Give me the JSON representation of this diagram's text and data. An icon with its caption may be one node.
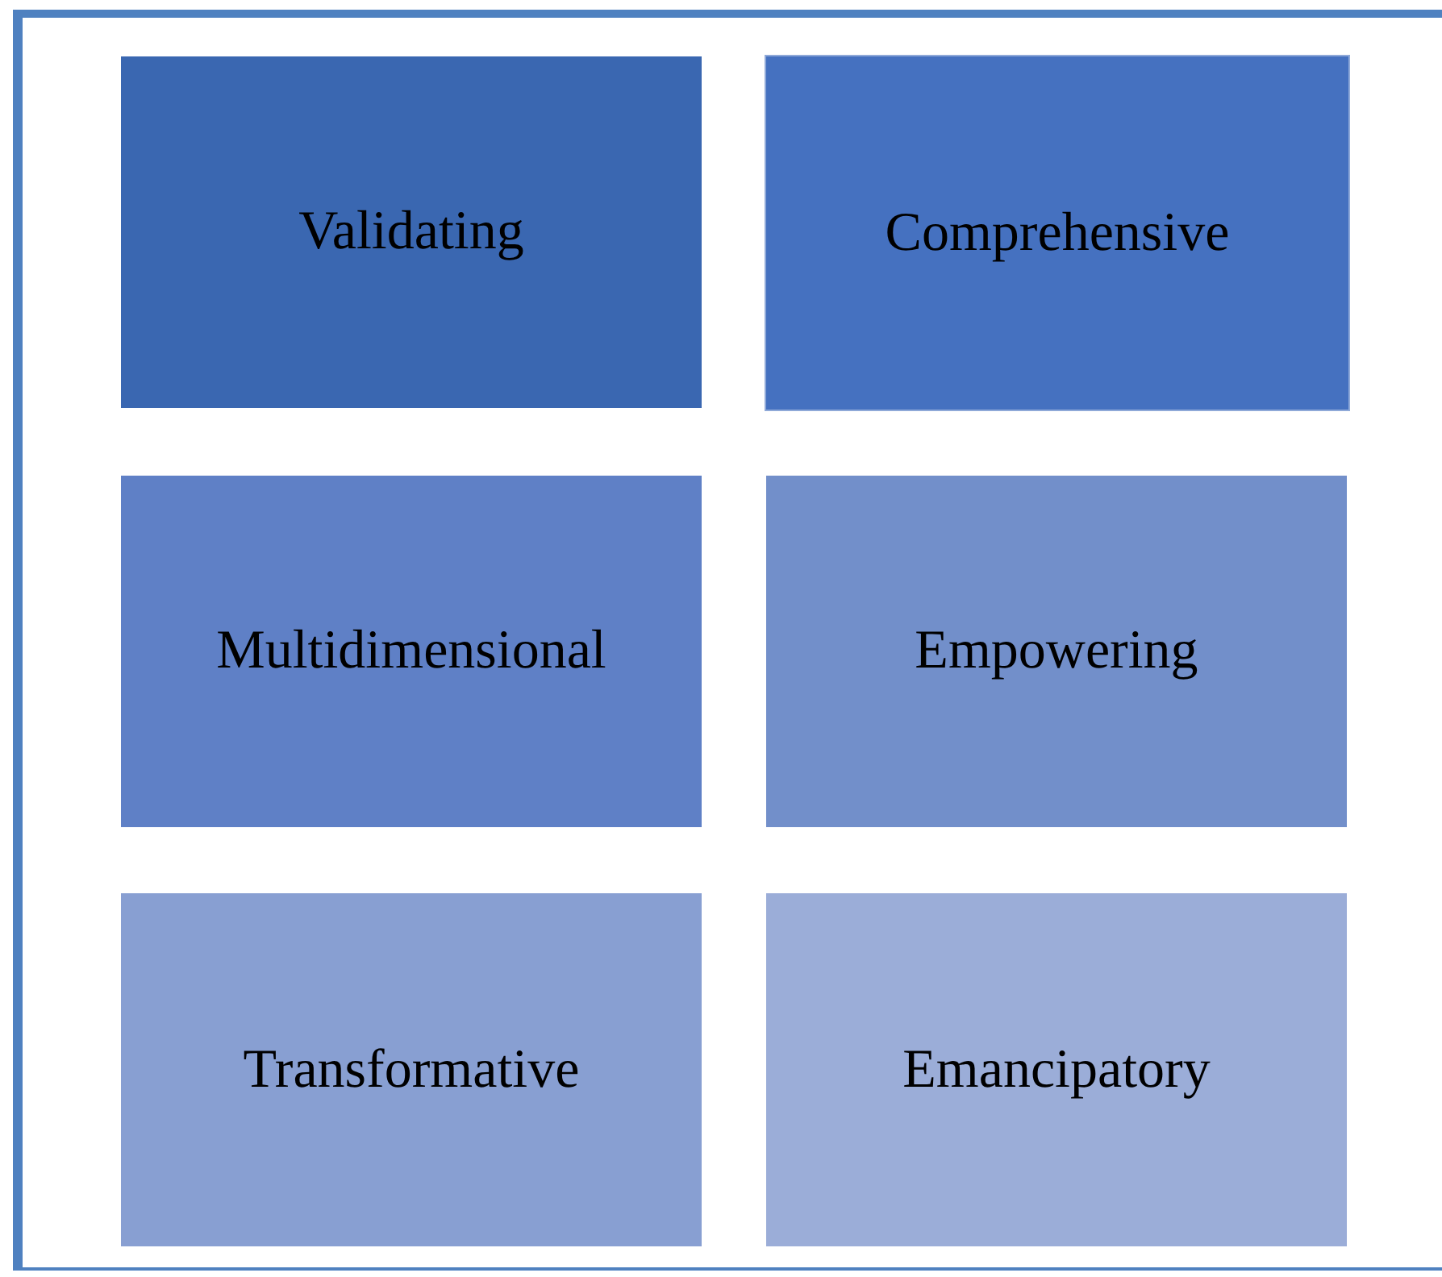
{
  "diagram": {
    "nodes": [
      {
        "text": [
          "Validating"
        ]
      },
      {
        "text": [
          "Comprehensive"
        ]
      },
      {
        "text": [
          "Multidimensional"
        ]
      },
      {
        "text": [
          "Empowering"
        ]
      },
      {
        "text": [
          "Transformative"
        ]
      },
      {
        "text": [
          "Emancipatory"
        ]
      }
    ]
  }
}
